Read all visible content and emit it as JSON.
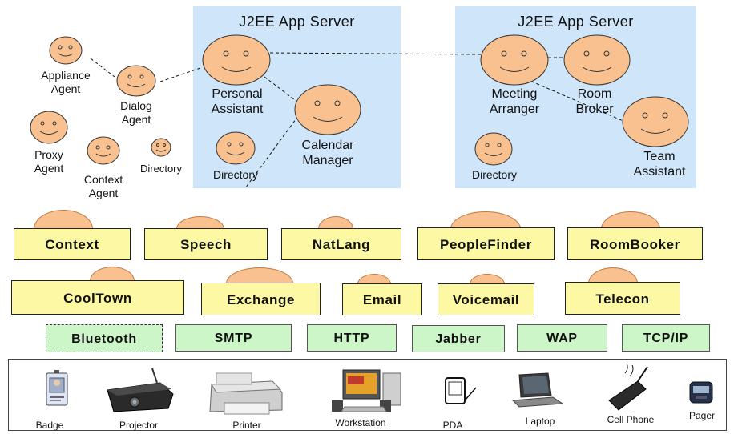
{
  "servers": [
    {
      "title": "J2EE App Server"
    },
    {
      "title": "J2EE App Server"
    }
  ],
  "agents": {
    "appliance": "Appliance\nAgent",
    "dialog": "Dialog\nAgent",
    "proxy": "Proxy\nAgent",
    "context": "Context\nAgent",
    "directory_left": "Directory",
    "personal_assistant": "Personal\nAssistant",
    "calendar_manager": "Calendar\nManager",
    "directory_server1": "Directory",
    "meeting_arranger": "Meeting\nArranger",
    "room_broker": "Room\nBroker",
    "team_assistant": "Team\nAssistant",
    "directory_server2": "Directory"
  },
  "services": {
    "row1": [
      "Context",
      "Speech",
      "NatLang",
      "PeopleFinder",
      "RoomBooker"
    ],
    "row2": [
      "CoolTown",
      "Exchange",
      "Email",
      "Voicemail",
      "Telecon"
    ]
  },
  "protocols": [
    "Bluetooth",
    "SMTP",
    "HTTP",
    "Jabber",
    "WAP",
    "TCP/IP"
  ],
  "devices": [
    "Badge",
    "Projector",
    "Printer",
    "Workstation",
    "PDA",
    "Laptop",
    "Cell Phone",
    "Pager"
  ],
  "colors": {
    "server_bg": "#cfe6fa",
    "face": "#f9c18f",
    "service": "#fdf8a3",
    "protocol": "#ccf5c8"
  }
}
